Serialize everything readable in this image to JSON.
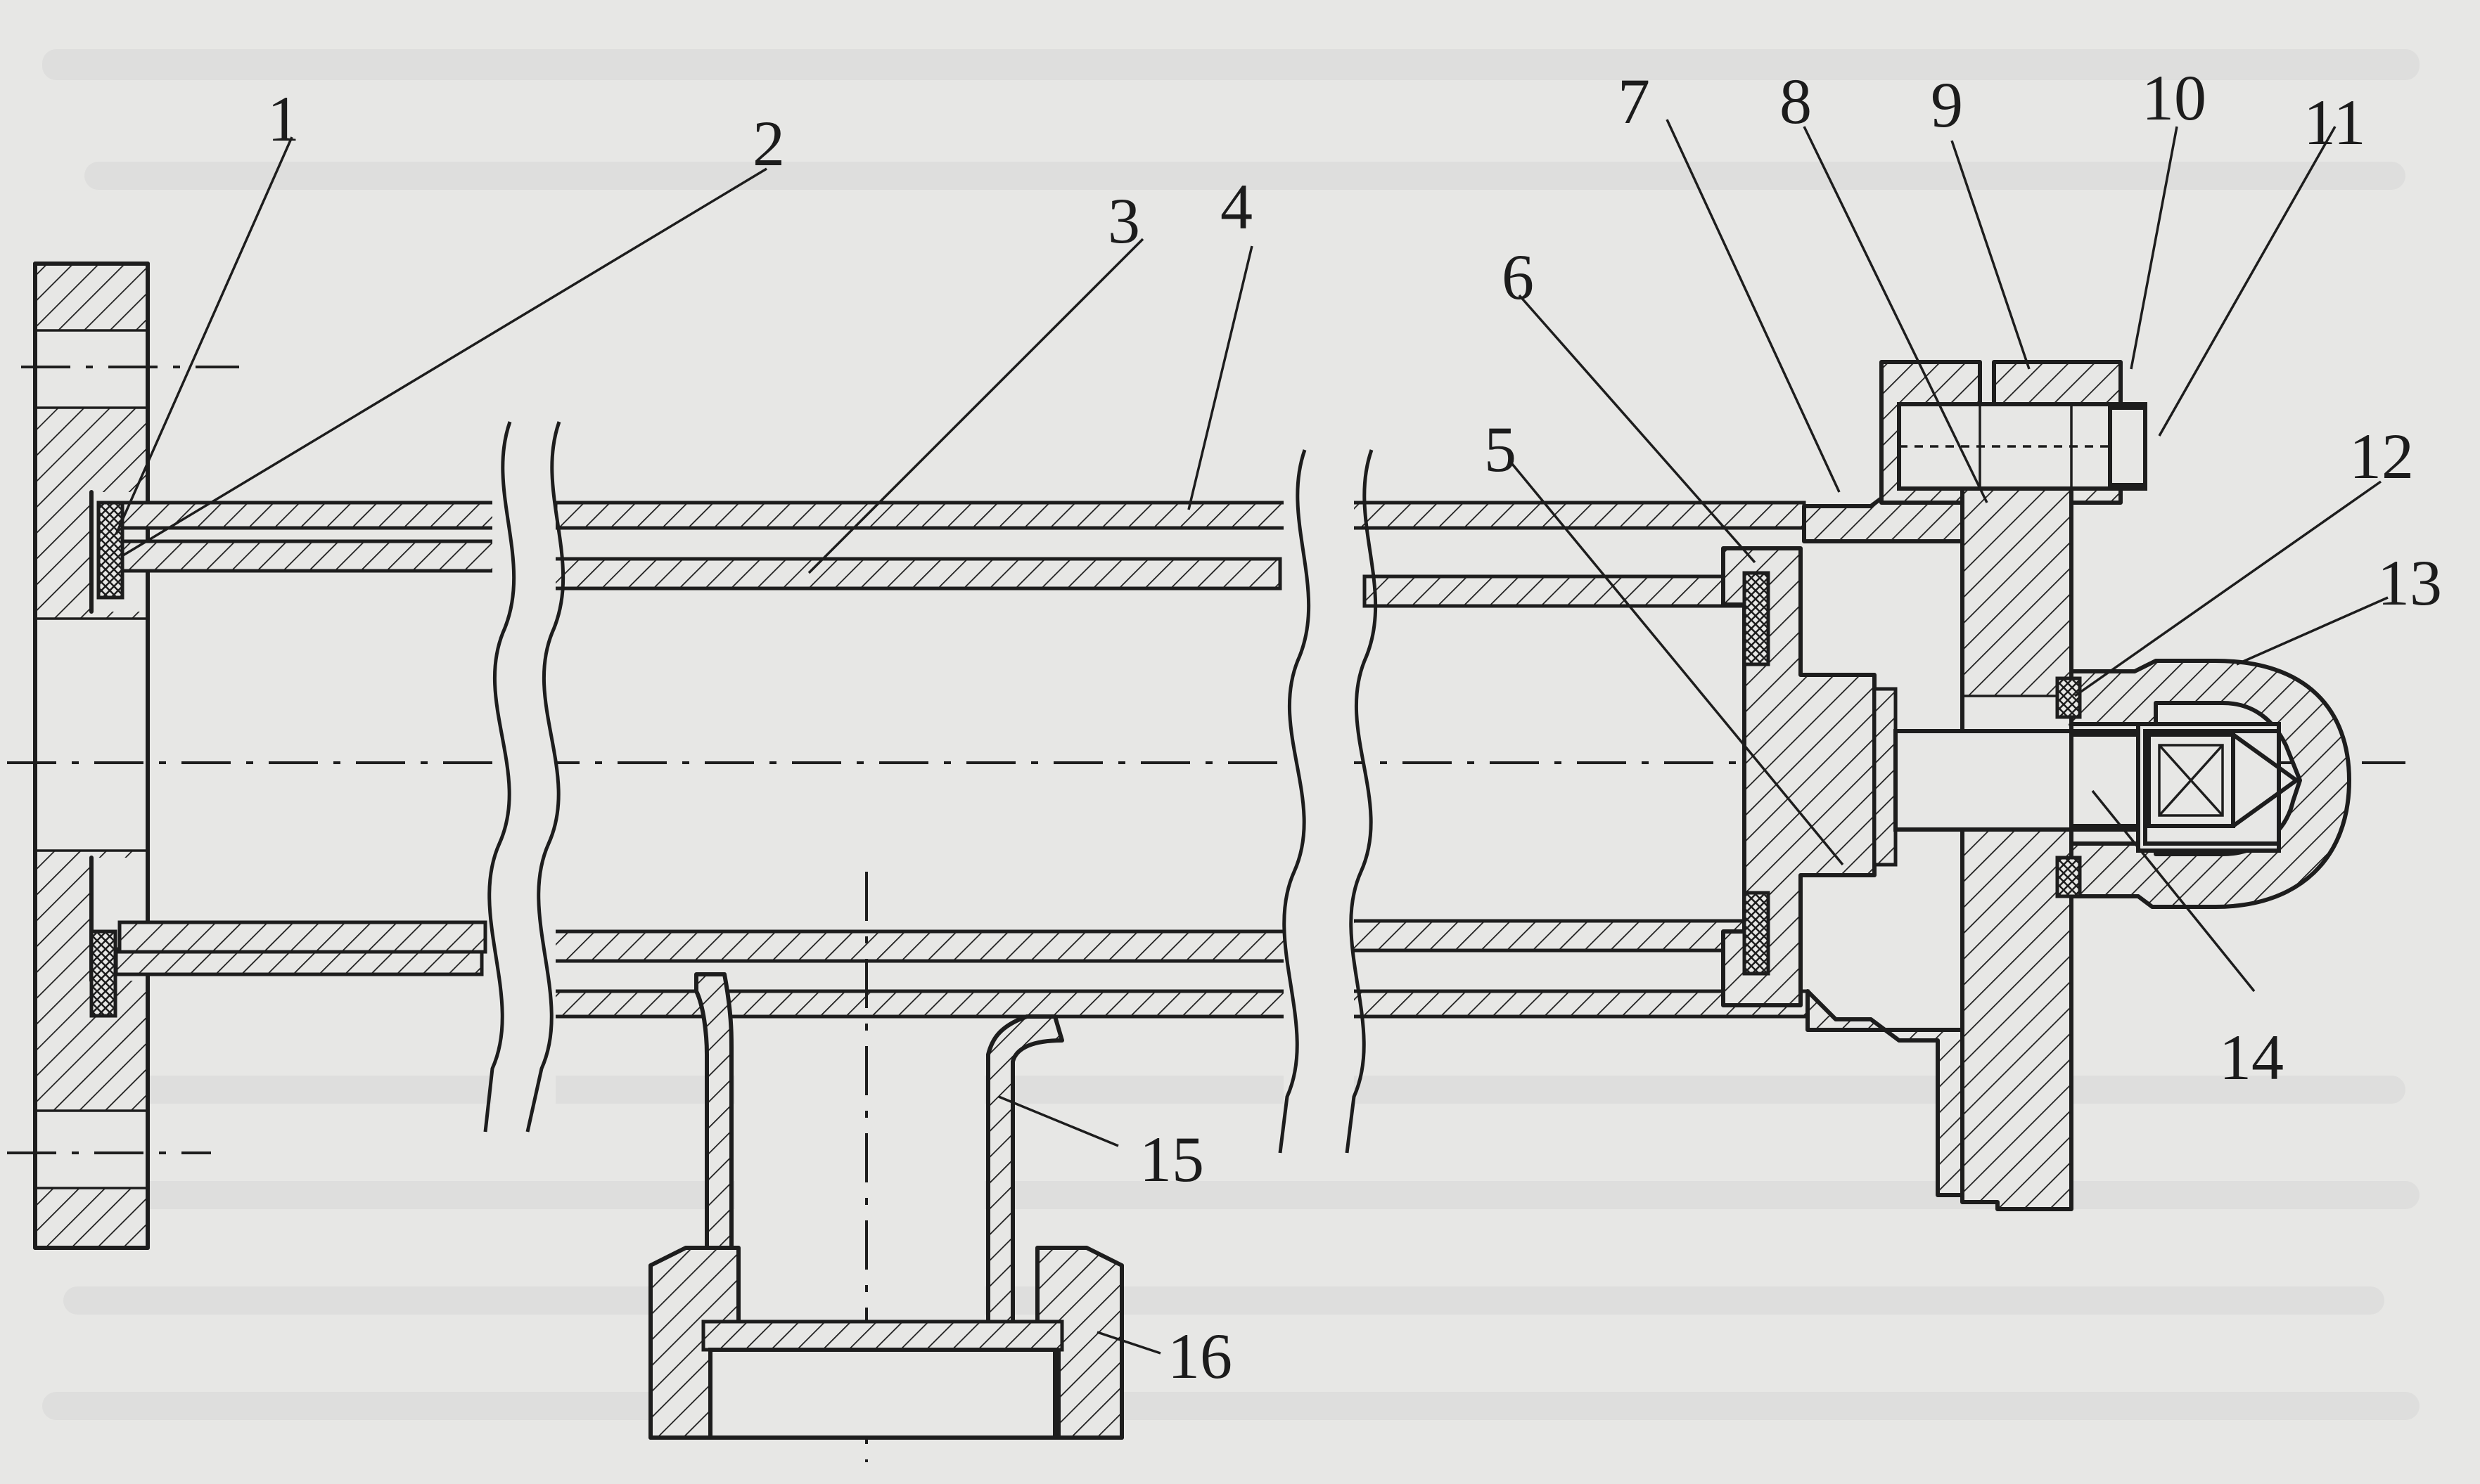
{
  "diagram": {
    "background": "#e7e7e5",
    "ink": "#1d1d1d",
    "callouts": [
      "1",
      "2",
      "3",
      "4",
      "5",
      "6",
      "7",
      "8",
      "9",
      "10",
      "11",
      "12",
      "13",
      "14",
      "15",
      "16"
    ]
  }
}
